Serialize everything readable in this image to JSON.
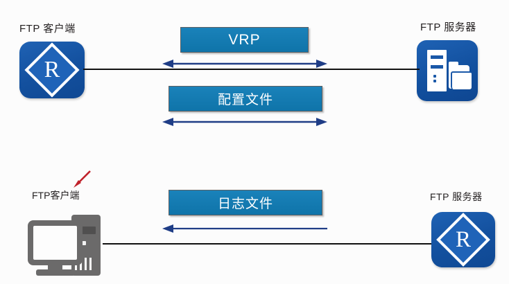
{
  "diagram": {
    "title_text": "",
    "accent_blue": "#1959a8",
    "box_blue": "#1379af",
    "arrow_blue": "#1f3d86",
    "line_black": "#101010",
    "computer_gray": "#6b6a6a",
    "cursor_red": "#c0222b",
    "background": "#fcfcfc"
  },
  "top_flow": {
    "client_label": "FTP 客户端",
    "client_icon": "router-icon",
    "client_icon_letter": "R",
    "server_label": "FTP 服务器",
    "server_icon": "file-server-icon",
    "messages": [
      {
        "text": "VRP",
        "direction": "bidirectional"
      },
      {
        "text": "配置文件",
        "direction": "bidirectional"
      }
    ]
  },
  "bottom_flow": {
    "client_label": "FTP客户端",
    "client_icon": "desktop-computer-icon",
    "server_label": "FTP 服务器",
    "server_icon": "router-icon",
    "server_icon_letter": "R",
    "cursor_annotation": "red-arrow-cursor",
    "messages": [
      {
        "text": "日志文件",
        "direction": "right-to-left"
      }
    ]
  }
}
